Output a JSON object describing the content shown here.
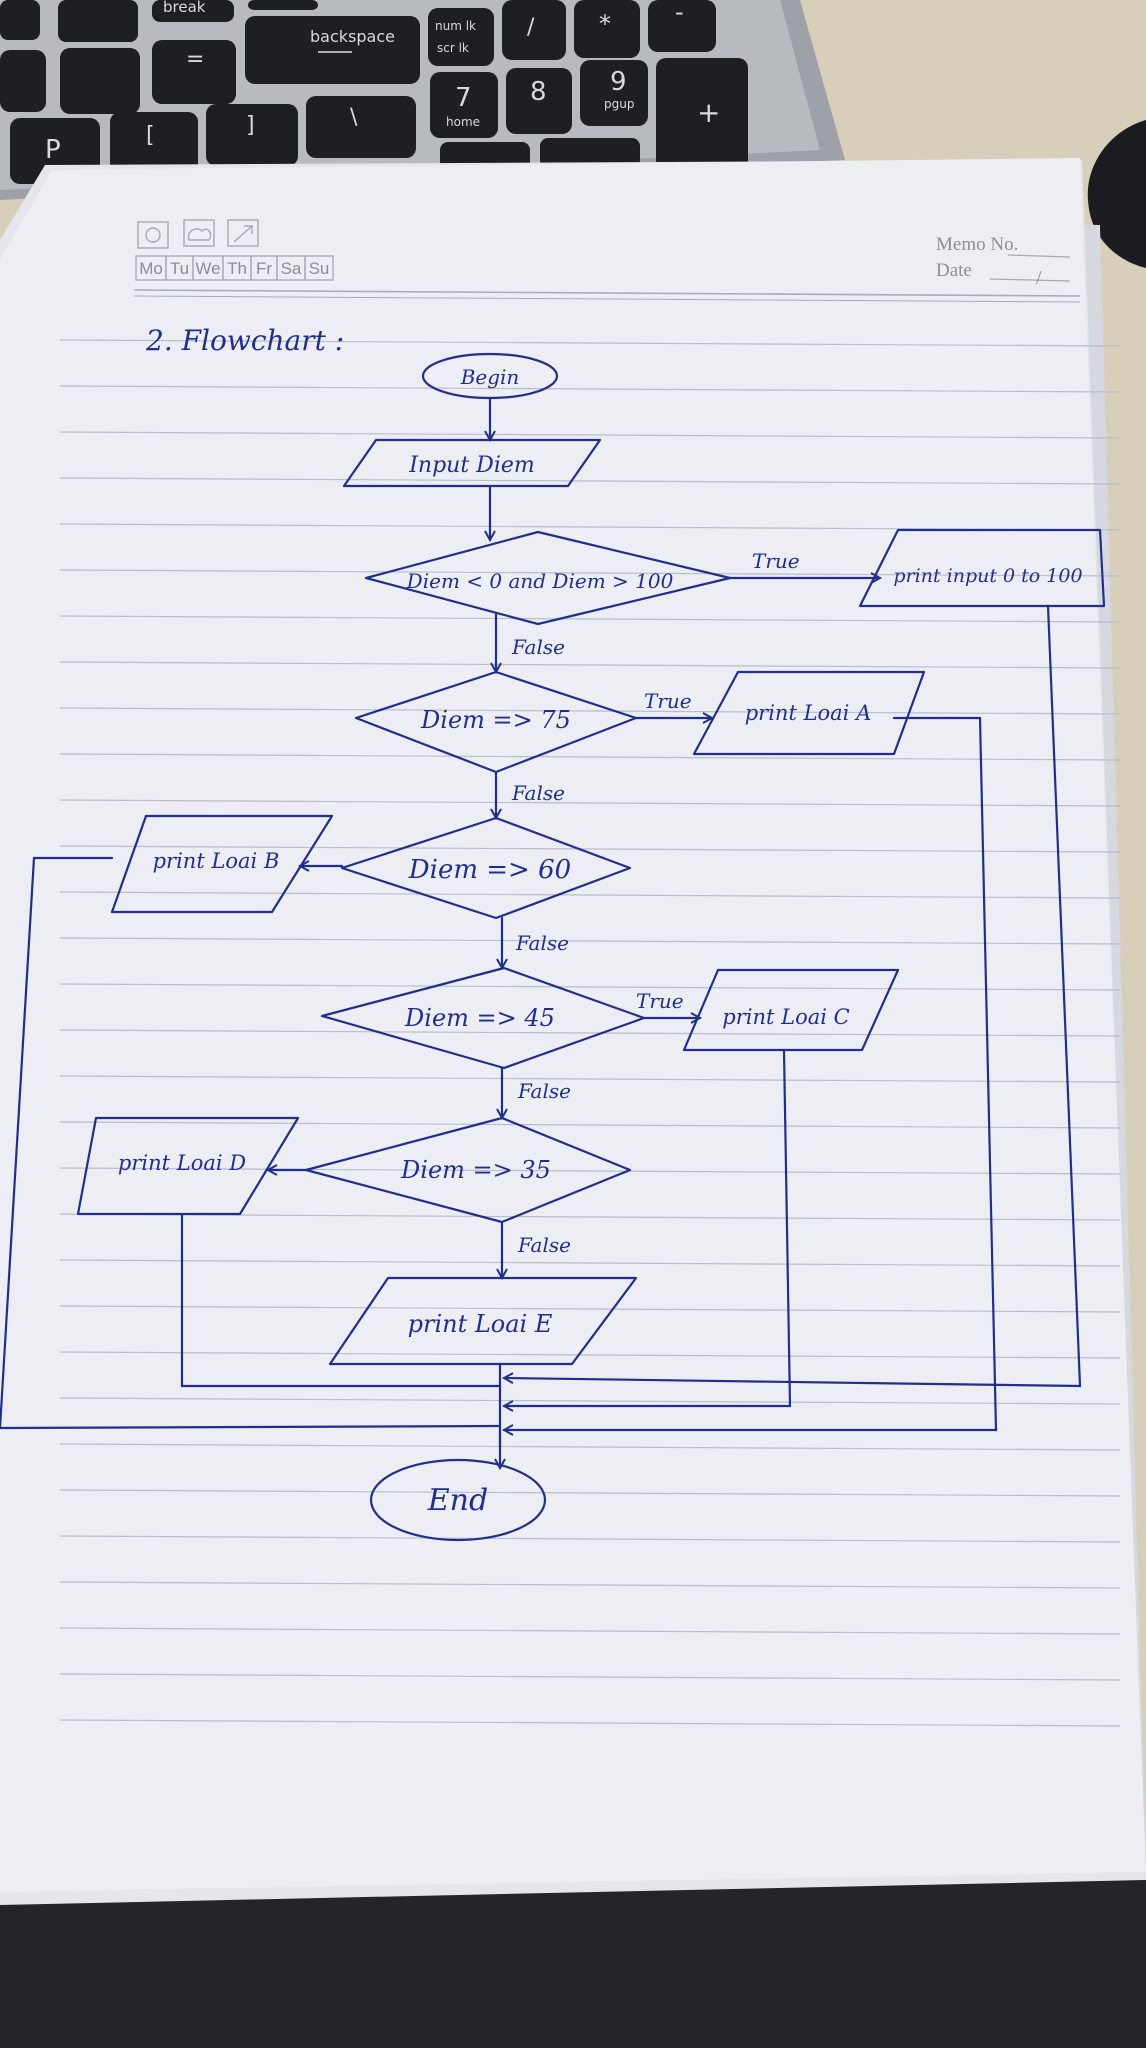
{
  "keyboard": {
    "keys": [
      "break",
      "backspace",
      "num lk",
      "scr lk",
      "/",
      "*",
      "-",
      "P",
      "[",
      "]",
      "\\",
      "=",
      "7",
      "home",
      "8",
      "9",
      "pgup",
      "+"
    ]
  },
  "notebook": {
    "weekdays": [
      "Mo",
      "Tu",
      "We",
      "Th",
      "Fr",
      "Sa",
      "Su"
    ],
    "memo_label": "Memo No.",
    "date_label": "Date",
    "date_value": "/",
    "heading": "2. Flowchart :"
  },
  "flowchart": {
    "begin": "Begin",
    "input": "Input Diem",
    "cond1": "Diem < 0 and Diem > 100",
    "out1": "print input 0 to 100",
    "cond2": "Diem => 75",
    "outA": "print Loai A",
    "cond3": "Diem => 60",
    "outB": "print Loai B",
    "cond4": "Diem => 45",
    "outC": "print Loai C",
    "cond5": "Diem => 35",
    "outD": "print Loai D",
    "outE": "print Loai E",
    "end": "End",
    "true_label": "True",
    "false_label": "False"
  },
  "colors": {
    "ink": "#1f2f8f",
    "paper": "#eceef4",
    "rule_line": "#b9bdcc",
    "desk": "#d8cfbb",
    "keyboard": "#1d1f23"
  }
}
